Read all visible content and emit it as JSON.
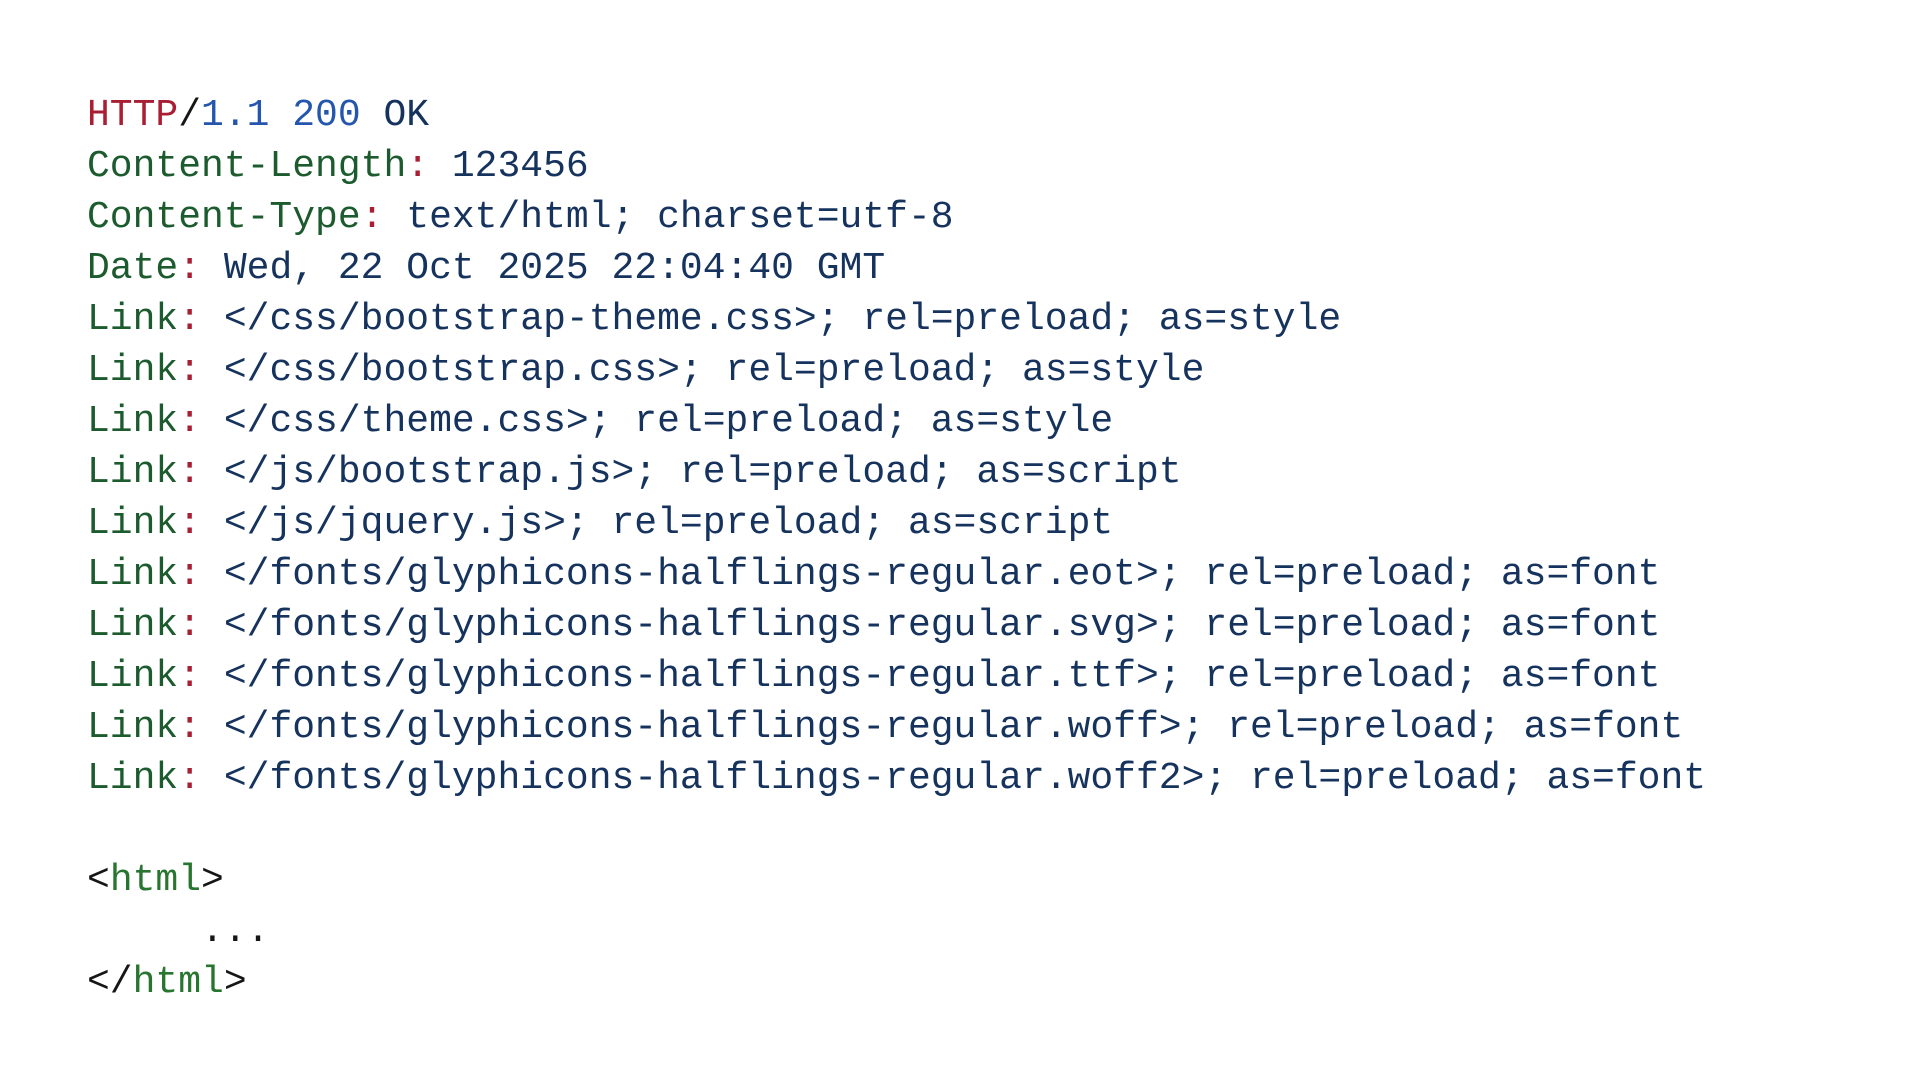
{
  "colors": {
    "red": "#A91E32",
    "blue": "#2456AE",
    "navy": "#16335E",
    "green": "#1C5B2D",
    "tag": "#27752F",
    "black": "#161616",
    "background": "#FFFFFF"
  },
  "http_response": {
    "status": {
      "protocol": "HTTP",
      "version": "1.1",
      "code": "200",
      "reason": "OK"
    },
    "headers": [
      {
        "name": "Content-Length",
        "value": "123456"
      },
      {
        "name": "Content-Type",
        "value": "text/html; charset=utf-8"
      },
      {
        "name": "Date",
        "value": "Wed, 22 Oct 2025 22:04:40 GMT"
      },
      {
        "name": "Link",
        "value": "</css/bootstrap-theme.css>; rel=preload; as=style"
      },
      {
        "name": "Link",
        "value": "</css/bootstrap.css>; rel=preload; as=style"
      },
      {
        "name": "Link",
        "value": "</css/theme.css>; rel=preload; as=style"
      },
      {
        "name": "Link",
        "value": "</js/bootstrap.js>; rel=preload; as=script"
      },
      {
        "name": "Link",
        "value": "</js/jquery.js>; rel=preload; as=script"
      },
      {
        "name": "Link",
        "value": "</fonts/glyphicons-halflings-regular.eot>; rel=preload; as=font"
      },
      {
        "name": "Link",
        "value": "</fonts/glyphicons-halflings-regular.svg>; rel=preload; as=font"
      },
      {
        "name": "Link",
        "value": "</fonts/glyphicons-halflings-regular.ttf>; rel=preload; as=font"
      },
      {
        "name": "Link",
        "value": "</fonts/glyphicons-halflings-regular.woff>; rel=preload; as=font"
      },
      {
        "name": "Link",
        "value": "</fonts/glyphicons-halflings-regular.woff2>; rel=preload; as=font"
      }
    ],
    "body_preview": {
      "open_tag": "<html>",
      "ellipsis": "...",
      "close_tag": "</html>"
    }
  },
  "lines": [
    {
      "name": "status-line",
      "segments": [
        {
          "text": "HTTP",
          "color": "red"
        },
        {
          "text": "/",
          "color": "black"
        },
        {
          "text": "1.1 200",
          "color": "blue"
        },
        {
          "text": " ",
          "color": "black"
        },
        {
          "text": "OK",
          "color": "navy"
        }
      ]
    },
    {
      "name": "header-line-content-length",
      "segments": [
        {
          "text": "Content-Length",
          "color": "green"
        },
        {
          "text": ":",
          "color": "red"
        },
        {
          "text": " 123456",
          "color": "navy"
        }
      ]
    },
    {
      "name": "header-line-content-type",
      "segments": [
        {
          "text": "Content-Type",
          "color": "green"
        },
        {
          "text": ":",
          "color": "red"
        },
        {
          "text": " text/html; charset=utf-8",
          "color": "navy"
        }
      ]
    },
    {
      "name": "header-line-date",
      "segments": [
        {
          "text": "Date",
          "color": "green"
        },
        {
          "text": ":",
          "color": "red"
        },
        {
          "text": " Wed, 22 Oct 2025 22:04:40 GMT",
          "color": "navy"
        }
      ]
    },
    {
      "name": "header-line-link",
      "segments": [
        {
          "text": "Link",
          "color": "green"
        },
        {
          "text": ":",
          "color": "red"
        },
        {
          "text": " </css/bootstrap-theme.css>; rel=preload; as=style",
          "color": "navy"
        }
      ]
    },
    {
      "name": "header-line-link",
      "segments": [
        {
          "text": "Link",
          "color": "green"
        },
        {
          "text": ":",
          "color": "red"
        },
        {
          "text": " </css/bootstrap.css>; rel=preload; as=style",
          "color": "navy"
        }
      ]
    },
    {
      "name": "header-line-link",
      "segments": [
        {
          "text": "Link",
          "color": "green"
        },
        {
          "text": ":",
          "color": "red"
        },
        {
          "text": " </css/theme.css>; rel=preload; as=style",
          "color": "navy"
        }
      ]
    },
    {
      "name": "header-line-link",
      "segments": [
        {
          "text": "Link",
          "color": "green"
        },
        {
          "text": ":",
          "color": "red"
        },
        {
          "text": " </js/bootstrap.js>; rel=preload; as=script",
          "color": "navy"
        }
      ]
    },
    {
      "name": "header-line-link",
      "segments": [
        {
          "text": "Link",
          "color": "green"
        },
        {
          "text": ":",
          "color": "red"
        },
        {
          "text": " </js/jquery.js>; rel=preload; as=script",
          "color": "navy"
        }
      ]
    },
    {
      "name": "header-line-link",
      "segments": [
        {
          "text": "Link",
          "color": "green"
        },
        {
          "text": ":",
          "color": "red"
        },
        {
          "text": " </fonts/glyphicons-halflings-regular.eot>; rel=preload; as=font",
          "color": "navy"
        }
      ]
    },
    {
      "name": "header-line-link",
      "segments": [
        {
          "text": "Link",
          "color": "green"
        },
        {
          "text": ":",
          "color": "red"
        },
        {
          "text": " </fonts/glyphicons-halflings-regular.svg>; rel=preload; as=font",
          "color": "navy"
        }
      ]
    },
    {
      "name": "header-line-link",
      "segments": [
        {
          "text": "Link",
          "color": "green"
        },
        {
          "text": ":",
          "color": "red"
        },
        {
          "text": " </fonts/glyphicons-halflings-regular.ttf>; rel=preload; as=font",
          "color": "navy"
        }
      ]
    },
    {
      "name": "header-line-link",
      "segments": [
        {
          "text": "Link",
          "color": "green"
        },
        {
          "text": ":",
          "color": "red"
        },
        {
          "text": " </fonts/glyphicons-halflings-regular.woff>; rel=preload; as=font",
          "color": "navy"
        }
      ]
    },
    {
      "name": "header-line-link",
      "segments": [
        {
          "text": "Link",
          "color": "green"
        },
        {
          "text": ":",
          "color": "red"
        },
        {
          "text": " </fonts/glyphicons-halflings-regular.woff2>; rel=preload; as=font",
          "color": "navy"
        }
      ]
    },
    {
      "name": "blank-line",
      "segments": []
    },
    {
      "name": "body-open-tag-line",
      "segments": [
        {
          "text": "<",
          "color": "black"
        },
        {
          "text": "html",
          "color": "tag"
        },
        {
          "text": ">",
          "color": "black"
        }
      ]
    },
    {
      "name": "body-ellipsis-line",
      "segments": [
        {
          "text": "     ...",
          "color": "black"
        }
      ]
    },
    {
      "name": "body-close-tag-line",
      "segments": [
        {
          "text": "</",
          "color": "black"
        },
        {
          "text": "html",
          "color": "tag"
        },
        {
          "text": ">",
          "color": "black"
        }
      ]
    }
  ]
}
